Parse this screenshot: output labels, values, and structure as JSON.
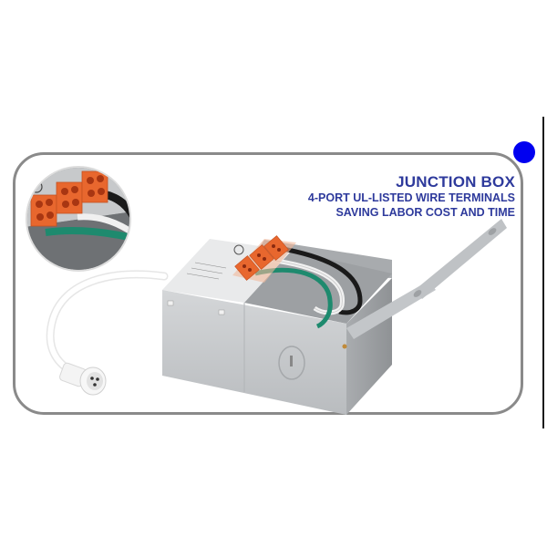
{
  "caption": {
    "title": "JUNCTION BOX",
    "lines": [
      "4-PORT UL-LISTED WIRE TERMINALS",
      "SAVING LABOR COST AND TIME"
    ]
  },
  "colors": {
    "caption_text": "#2e3a9c",
    "accent_dot": "#0000f0",
    "frame_border": "#8a8a8a",
    "terminal_orange": "#e8672e",
    "wire_green": "#1e8a6e",
    "wire_black": "#1a1a1a",
    "wire_white": "#f2f2f2",
    "box_metal": "#c9cccf"
  },
  "illustration": {
    "subject": "junction-box-with-wire-terminals",
    "inset": "terminal-closeup",
    "connector": "3-pin-waterproof-connector"
  }
}
